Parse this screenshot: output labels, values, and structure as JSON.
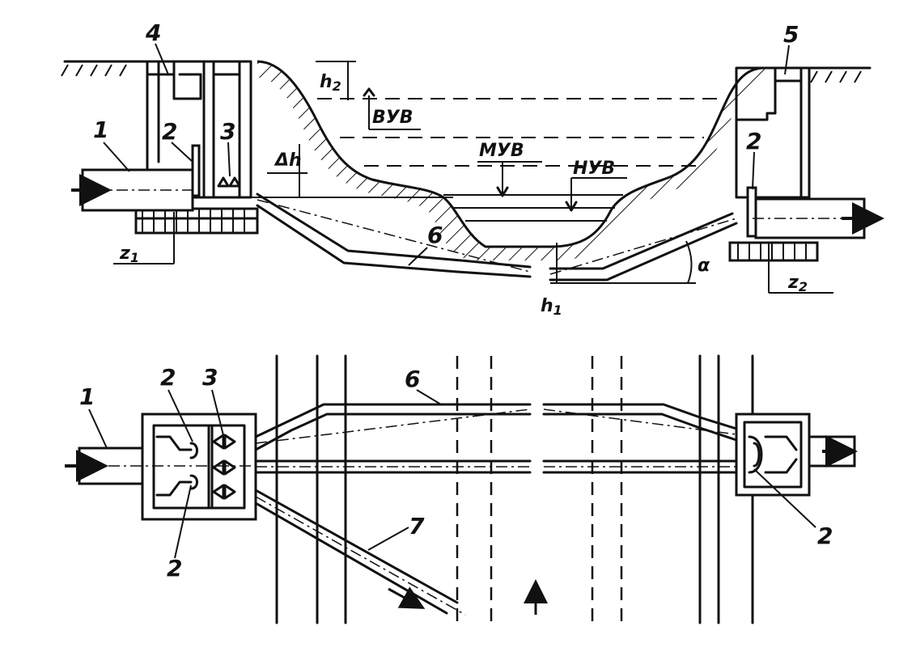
{
  "labels": {
    "n1_sec": "1",
    "n2_sec_left": "2",
    "n3_sec": "3",
    "n4": "4",
    "n5": "5",
    "n2_sec_right": "2",
    "n6_sec": "6",
    "n1_plan": "1",
    "n2_plan_top": "2",
    "n3_plan": "3",
    "n2_plan_bottom": "2",
    "n6_plan": "6",
    "n7": "7",
    "n2_plan_right": "2"
  },
  "levels": {
    "high": "ВУВ",
    "medium": "МУВ",
    "low": "НУВ"
  },
  "symbols": {
    "h2": "h",
    "h2_sub": "2",
    "dh": "Δh",
    "z1": "z",
    "z1_sub": "1",
    "z2": "z",
    "z2_sub": "2",
    "h1": "h",
    "h1_sub": "1",
    "alpha": "α"
  },
  "icons": {
    "flow_in": "arrow-right-icon",
    "flow_out": "arrow-right-icon",
    "current": "arrow-up-icon"
  }
}
